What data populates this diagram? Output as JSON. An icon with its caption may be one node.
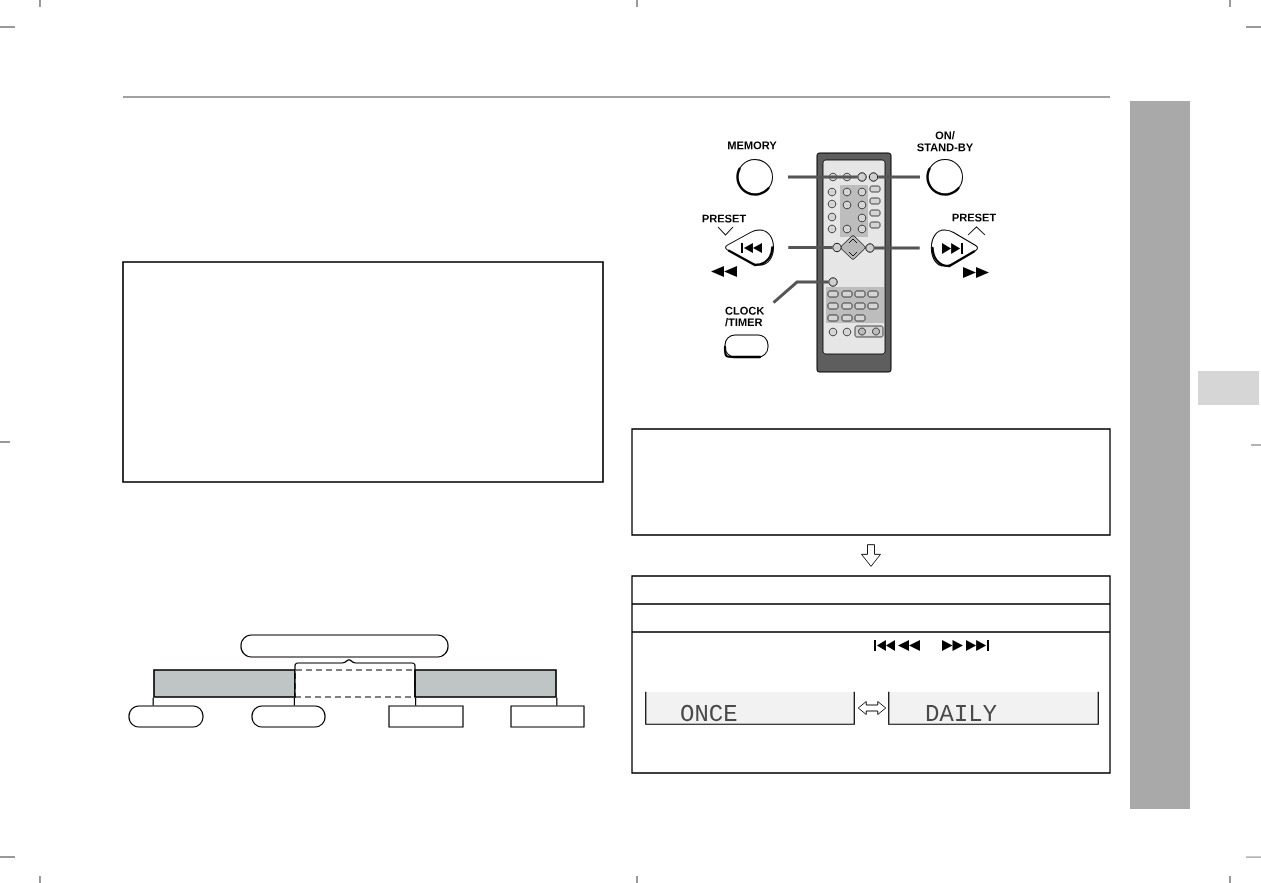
{
  "diagram": {
    "nodes": [
      {
        "text": [],
        "shape": "box"
      },
      {
        "text": [],
        "shape": "box"
      },
      {
        "text": [],
        "shape": "bar"
      },
      {
        "text": [],
        "shape": "box"
      },
      {
        "text": [],
        "shape": "bar"
      },
      {
        "text": [],
        "shape": "box"
      },
      {
        "text": [],
        "shape": "box"
      },
      {
        "text": [],
        "shape": "box"
      },
      {
        "text": [],
        "shape": "box"
      },
      {
        "text": [
          "MEMORY"
        ]
      },
      {
        "text": [
          "ON/ STAND-BY"
        ]
      },
      {
        "text": [
          "PRESET"
        ]
      },
      {
        "text": [
          "PRESET"
        ]
      },
      {
        "text": [
          "CLOCK /TIMER"
        ]
      },
      {
        "text": [],
        "shape": "picture"
      },
      {
        "text": [],
        "shape": "circle",
        "in": 14
      },
      {
        "text": [],
        "shape": "circle",
        "in": 14
      },
      {
        "text": [],
        "shape": "circle",
        "in": 14
      },
      {
        "text": [],
        "shape": "circle",
        "in": 14
      },
      {
        "text": [],
        "shape": "circle",
        "in": 14
      },
      {
        "text": [],
        "shape": "box"
      },
      {
        "text": [],
        "shape": "box"
      },
      {
        "text": [
          "ONCE"
        ],
        "in": 21
      },
      {
        "text": [
          "DAILY"
        ],
        "in": 21
      },
      {
        "text": [],
        "shape": "bar"
      },
      {
        "text": [],
        "shape": "box"
      }
    ],
    "edges": [
      {
        "from": 5,
        "to": 2,
        "arrow": "none"
      },
      {
        "from": 6,
        "to": 3,
        "arrow": "none"
      },
      {
        "from": 7,
        "to": 3,
        "arrow": "none"
      },
      {
        "from": 8,
        "to": 4,
        "arrow": "none"
      },
      {
        "from": 9,
        "to": 15,
        "arrow": "none",
        "color": "#555555"
      },
      {
        "from": 10,
        "to": 16,
        "arrow": "none",
        "color": "#555555"
      },
      {
        "from": 11,
        "to": 17,
        "arrow": "none",
        "color": "#555555"
      },
      {
        "from": 12,
        "to": 18,
        "arrow": "none",
        "color": "#555555"
      },
      {
        "from": 13,
        "to": 19,
        "arrow": "none",
        "color": "#555555"
      },
      {
        "from": 20,
        "to": 21,
        "arrow": "to"
      },
      {
        "from": 22,
        "to": 23,
        "arrow": "both"
      }
    ]
  }
}
